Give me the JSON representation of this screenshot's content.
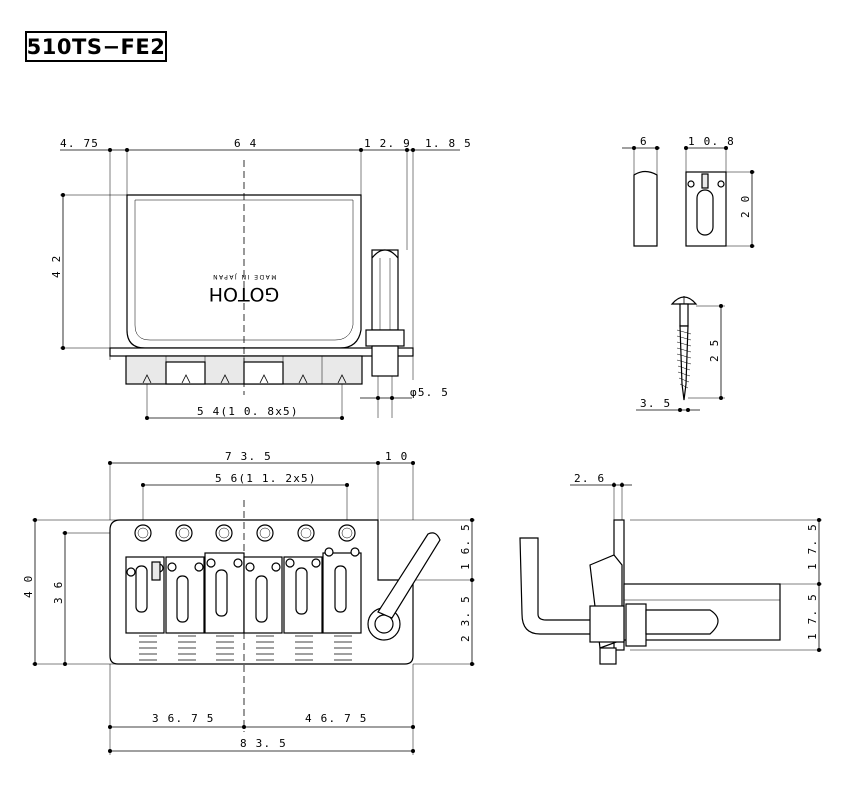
{
  "title": "510TS−FE2",
  "plate_logo": "GOTOH",
  "plate_made_in": "MADE IN JAPAN",
  "dims": {
    "d_4_75": "4. 75",
    "d_64": "6 4",
    "d_12_9": "1 2. 9",
    "d_1_85": "1. 8 5",
    "d_42": "4 2",
    "d_phi5_5": "φ5. 5",
    "d_54": "5 4(1 0. 8x5)",
    "d_6": "6",
    "d_10_8": "1 0. 8",
    "d_20": "2 0",
    "d_25": "2 5",
    "d_3_5": "3. 5",
    "d_73_5": "7 3. 5",
    "d_10": "1 0",
    "d_56": "5 6(1 1. 2x5)",
    "d_40": "4 0",
    "d_36": "3 6",
    "d_16_5": "1 6. 5",
    "d_23_5": "2 3. 5",
    "d_36_75": "3 6. 7 5",
    "d_46_75": "4 6. 7 5",
    "d_83_5": "8 3. 5",
    "d_2_6": "2. 6",
    "d_17_5a": "1 7. 5",
    "d_17_5b": "1 7. 5"
  }
}
